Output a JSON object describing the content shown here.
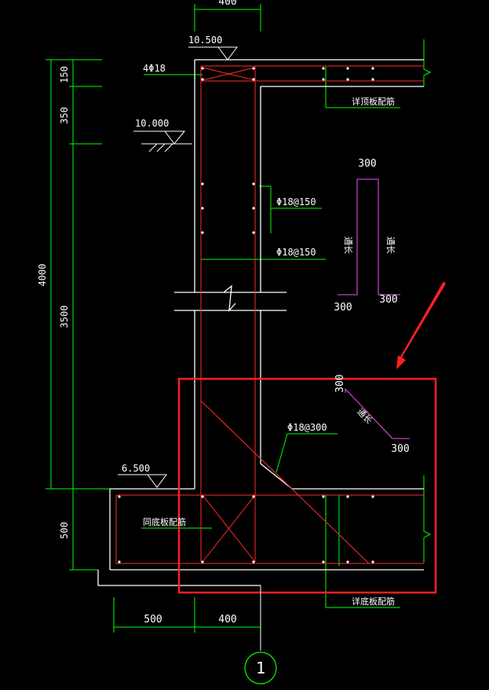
{
  "dims": {
    "top_width": "400",
    "top_150": "150",
    "top_350": "350",
    "total_height": "4000",
    "mid_3500": "3500",
    "base_500": "500",
    "bottom_500": "500",
    "bottom_400": "400"
  },
  "elevations": {
    "top": "10.500",
    "ground": "10.000",
    "base": "6.500"
  },
  "rebar": {
    "top_bars": "4Φ18",
    "wall_vertical_1": "Φ18@150",
    "wall_vertical_2": "Φ18@150",
    "corner_bar": "Φ18@300"
  },
  "notes": {
    "roof_slab": "详顶板配筋",
    "bottom_slab_left": "同底板配筋",
    "bottom_slab_right": "详底板配筋"
  },
  "bar_shape_1": {
    "top": "300",
    "bottom_left": "300",
    "bottom_right": "300",
    "label_left": "通长",
    "label_right": "通长"
  },
  "bar_shape_2": {
    "top": "300",
    "bottom": "300",
    "label": "通长"
  },
  "axis_label": "1",
  "colors": {
    "background": "#000000",
    "dimension": "#00ff00",
    "rebar": "#ff2a2a",
    "outline": "#ffffff",
    "shape": "#c040c0",
    "highlight": "#ff2020"
  }
}
